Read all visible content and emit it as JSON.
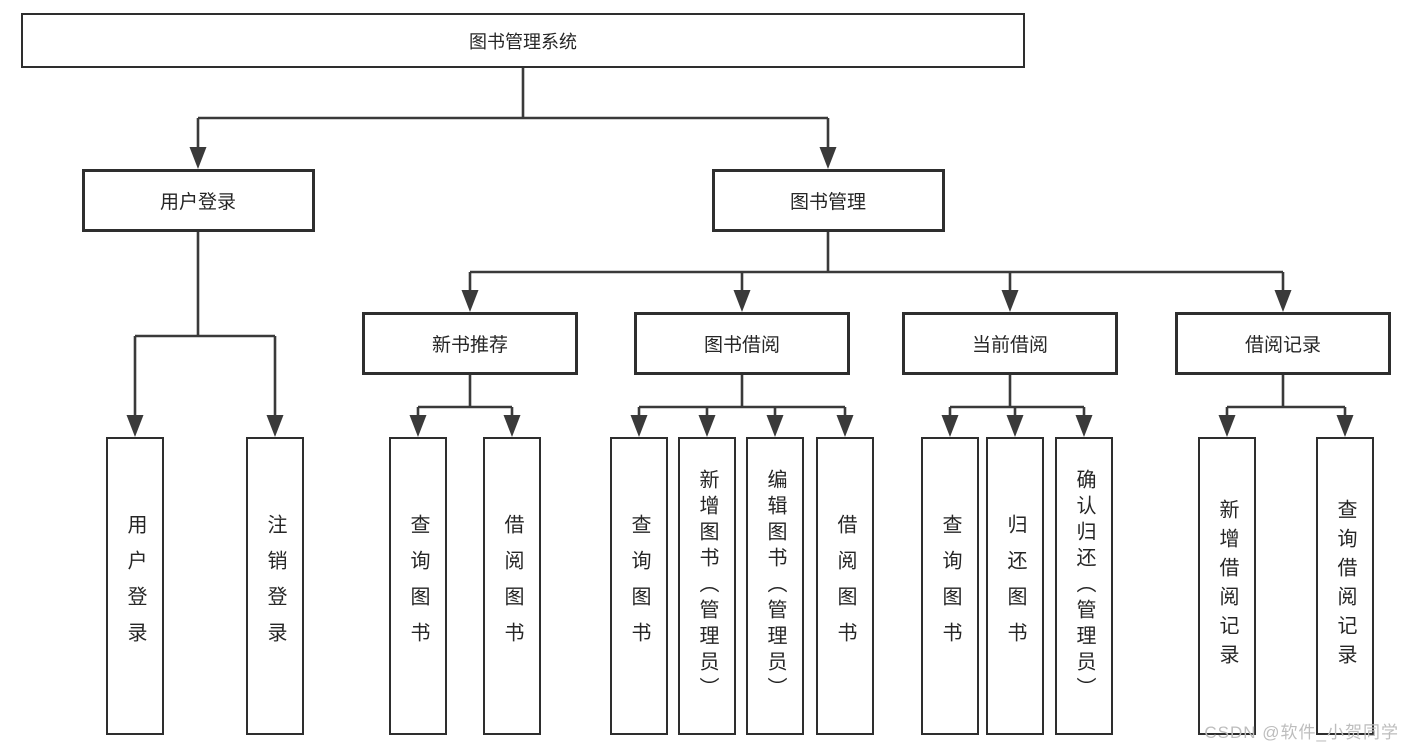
{
  "diagram": {
    "root": {
      "id": "library-management-system",
      "label": "图书管理系统"
    },
    "branches": [
      {
        "id": "user-login",
        "label": "用户登录",
        "leaves": [
          {
            "id": "user-login-leaf",
            "label": "用户登录"
          },
          {
            "id": "logout-leaf",
            "label": "注销登录"
          }
        ]
      },
      {
        "id": "book-management",
        "label": "图书管理",
        "sections": [
          {
            "id": "new-book-recommend",
            "label": "新书推荐",
            "leaves": [
              {
                "id": "query-books-1",
                "label": "查询图书"
              },
              {
                "id": "borrow-books-1",
                "label": "借阅图书"
              }
            ]
          },
          {
            "id": "book-borrowing",
            "label": "图书借阅",
            "leaves": [
              {
                "id": "query-books-2",
                "label": "查询图书"
              },
              {
                "id": "add-books-admin",
                "label": "新增图书（管理员）"
              },
              {
                "id": "edit-books-admin",
                "label": "编辑图书（管理员）"
              },
              {
                "id": "borrow-books-2",
                "label": "借阅图书"
              }
            ]
          },
          {
            "id": "current-borrowing",
            "label": "当前借阅",
            "leaves": [
              {
                "id": "query-books-3",
                "label": "查询图书"
              },
              {
                "id": "return-books",
                "label": "归还图书"
              },
              {
                "id": "confirm-return-admin",
                "label": "确认归还（管理员）"
              }
            ]
          },
          {
            "id": "borrowing-records",
            "label": "借阅记录",
            "leaves": [
              {
                "id": "add-borrow-record",
                "label": "新增借阅记录"
              },
              {
                "id": "query-borrow-record",
                "label": "查询借阅记录"
              }
            ]
          }
        ]
      }
    ]
  },
  "watermark": {
    "text": "CSDN @软件_小贺同学"
  },
  "colors": {
    "line": "#3a3a3a",
    "box_border": "#2e2e2e",
    "box_background": "#ffffff",
    "text": "#262626",
    "watermark": "#bdbdbd"
  }
}
